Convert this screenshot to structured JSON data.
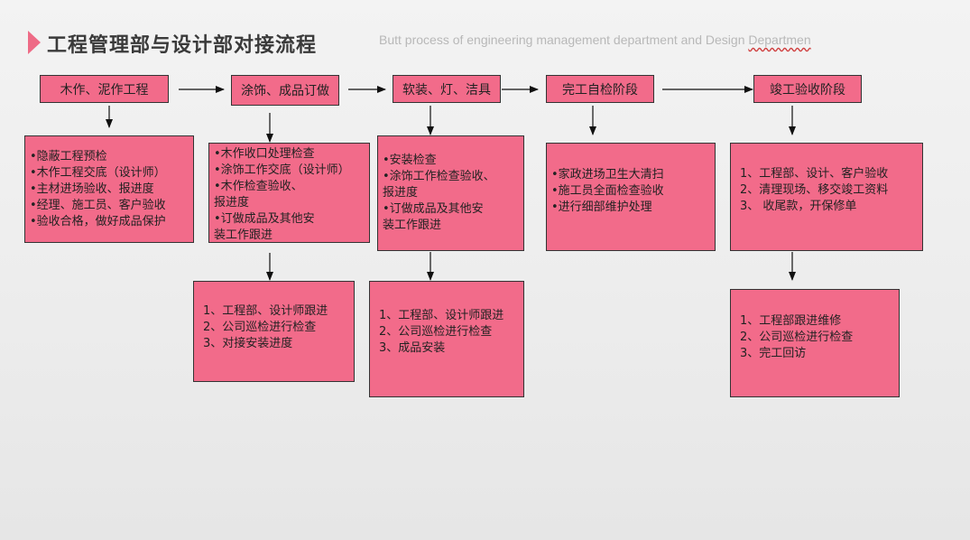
{
  "header": {
    "title": "工程管理部与设计部对接流程",
    "subtitle_main": "Butt process of engineering management department and Design ",
    "subtitle_tail": "Departmen"
  },
  "colors": {
    "box_fill": "#f26b8a",
    "accent": "#ee6b86"
  },
  "stages": [
    {
      "label": "木作、泥作工程"
    },
    {
      "label": "涂饰、成品订做"
    },
    {
      "label": "软装、灯、洁具"
    },
    {
      "label": "完工自检阶段"
    },
    {
      "label": "竣工验收阶段"
    }
  ],
  "details": [
    {
      "lines": [
        "•隐蔽工程预检",
        "•木作工程交底（设计师）",
        "•主材进场验收、报进度",
        "•经理、施工员、客户验收",
        "•验收合格，做好成品保护"
      ]
    },
    {
      "lines": [
        "•木作收口处理检查",
        "•涂饰工作交底（设计师）",
        "•木作检查验收、",
        " 报进度",
        "•订做成品及其他安",
        "   装工作跟进"
      ]
    },
    {
      "lines": [
        "•安装检查",
        "•涂饰工作检查验收、",
        "  报进度",
        "•订做成品及其他安",
        "  装工作跟进"
      ]
    },
    {
      "lines": [
        "•家政进场卫生大清扫",
        "•施工员全面检查验收",
        "•进行细部维护处理"
      ]
    },
    {
      "lines": [
        "1、工程部、设计、客户验收",
        "2、清理现场、移交竣工资料",
        "3、 收尾款，开保修单"
      ]
    },
    {
      "lines": [
        "1、工程部、设计师跟进",
        "2、公司巡检进行检查",
        "3、对接安装进度"
      ]
    },
    {
      "lines": [
        "1、工程部、设计师跟进",
        "2、公司巡检进行检查",
        "3、成品安装"
      ]
    },
    {
      "lines": [
        "1、工程部跟进维修",
        "2、公司巡检进行检查",
        "3、完工回访"
      ]
    }
  ]
}
